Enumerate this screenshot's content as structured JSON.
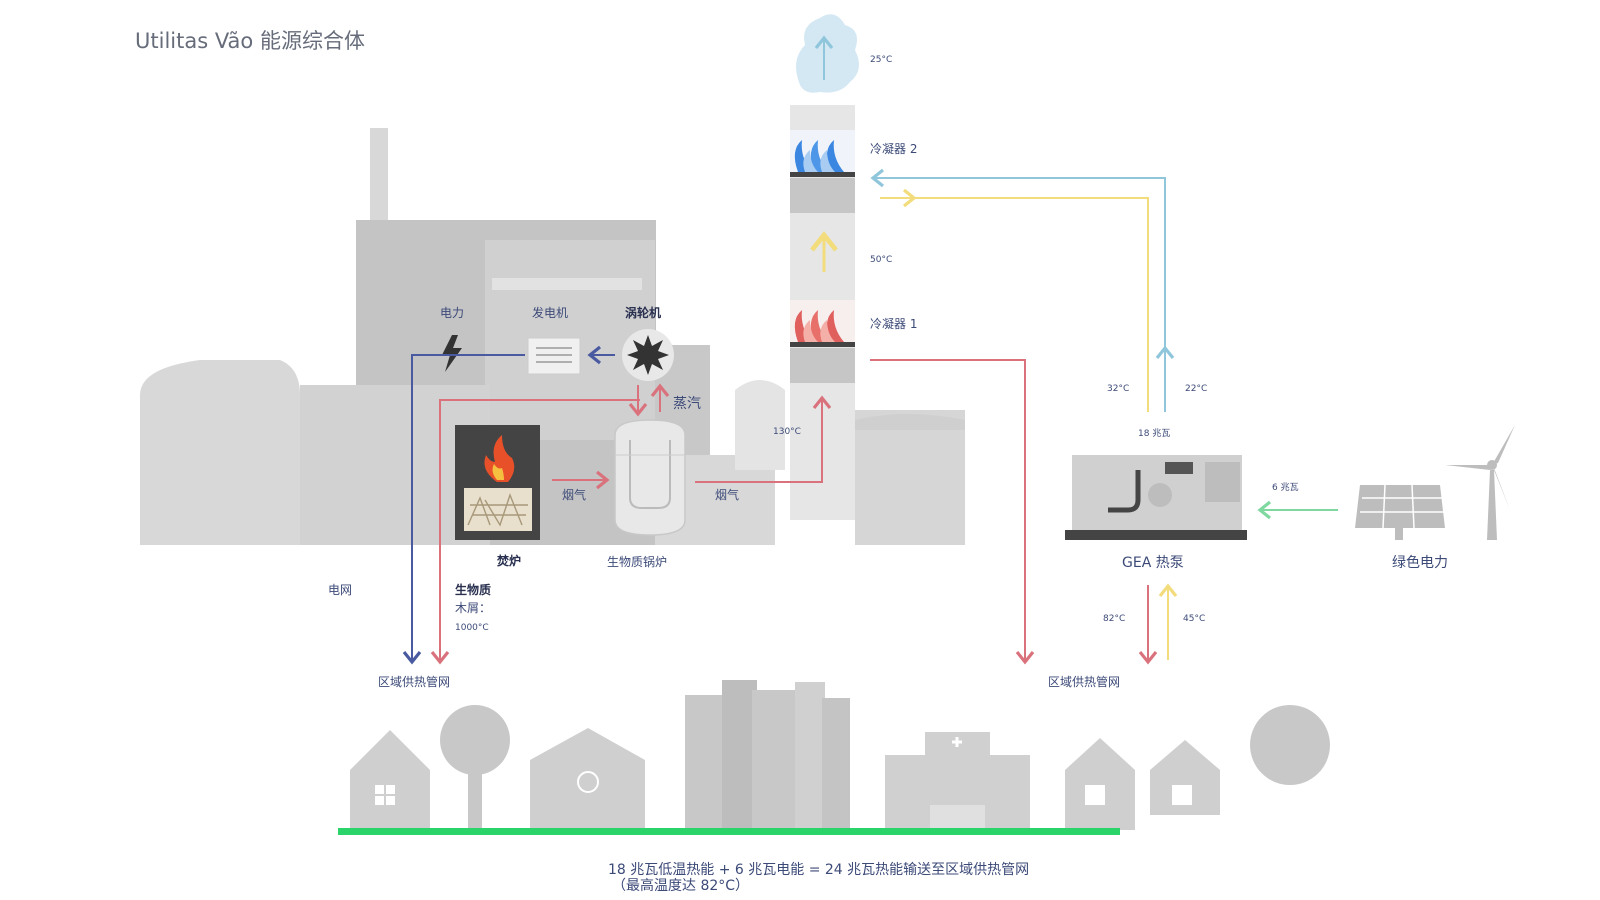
{
  "title": "Utilitas Vão 能源综合体",
  "labels": {
    "temp_top": "25°C",
    "condenser2": "冷凝器 2",
    "temp_50": "50°C",
    "condenser1": "冷凝器 1",
    "temp_130": "130°C",
    "power": "电力",
    "generator": "发电机",
    "turbine": "涡轮机",
    "steam": "蒸汽",
    "flue_gas_1": "烟气",
    "flue_gas_2": "烟气",
    "furnace": "焚炉",
    "biomass_boiler": "生物质锅炉",
    "grid": "电网",
    "biomass": "生物质",
    "wood_chips": "木屑：",
    "temp_1000": "1000°C",
    "district_heating_left": "区域供热管网",
    "district_heating_right": "区域供热管网",
    "temp_32": "32°C",
    "temp_22": "22°C",
    "mw_18": "18 兆瓦",
    "mw_6": "6 兆瓦",
    "heat_pump": "GEA 热泵",
    "green_power": "绿色电力",
    "temp_82": "82°C",
    "temp_45": "45°C"
  },
  "footer": {
    "line1": "18 兆瓦低温热能 + 6 兆瓦电能 = 24 兆瓦热能输送至区域供热管网",
    "line2": "（最高温度达 82°C）"
  },
  "colors": {
    "building": "#d8d8d8",
    "building_dark": "#bdbdbd",
    "hot_line": "#d9727c",
    "cool_line": "#8fc6dc",
    "warm_line": "#f2dc7c",
    "power_line": "#4a5aa0",
    "green_line": "#7fd8a0",
    "ground": "#2bd46a",
    "text": "#3c4a78"
  }
}
